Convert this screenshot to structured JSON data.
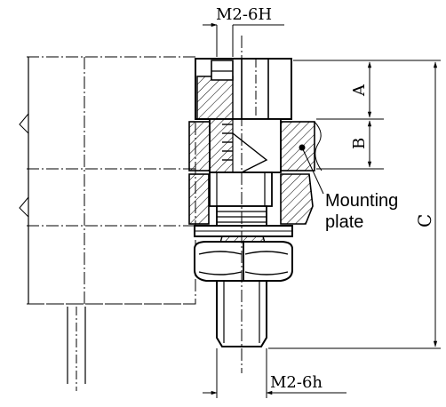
{
  "drawing": {
    "thread_label_top": "M2-6H",
    "thread_label_bottom": "M2-6h",
    "dim_a": "A",
    "dim_b": "B",
    "dim_c": "C",
    "callout_line1": "Mounting",
    "callout_line2": "plate"
  },
  "colors": {
    "line": "#000000",
    "background": "#ffffff"
  }
}
